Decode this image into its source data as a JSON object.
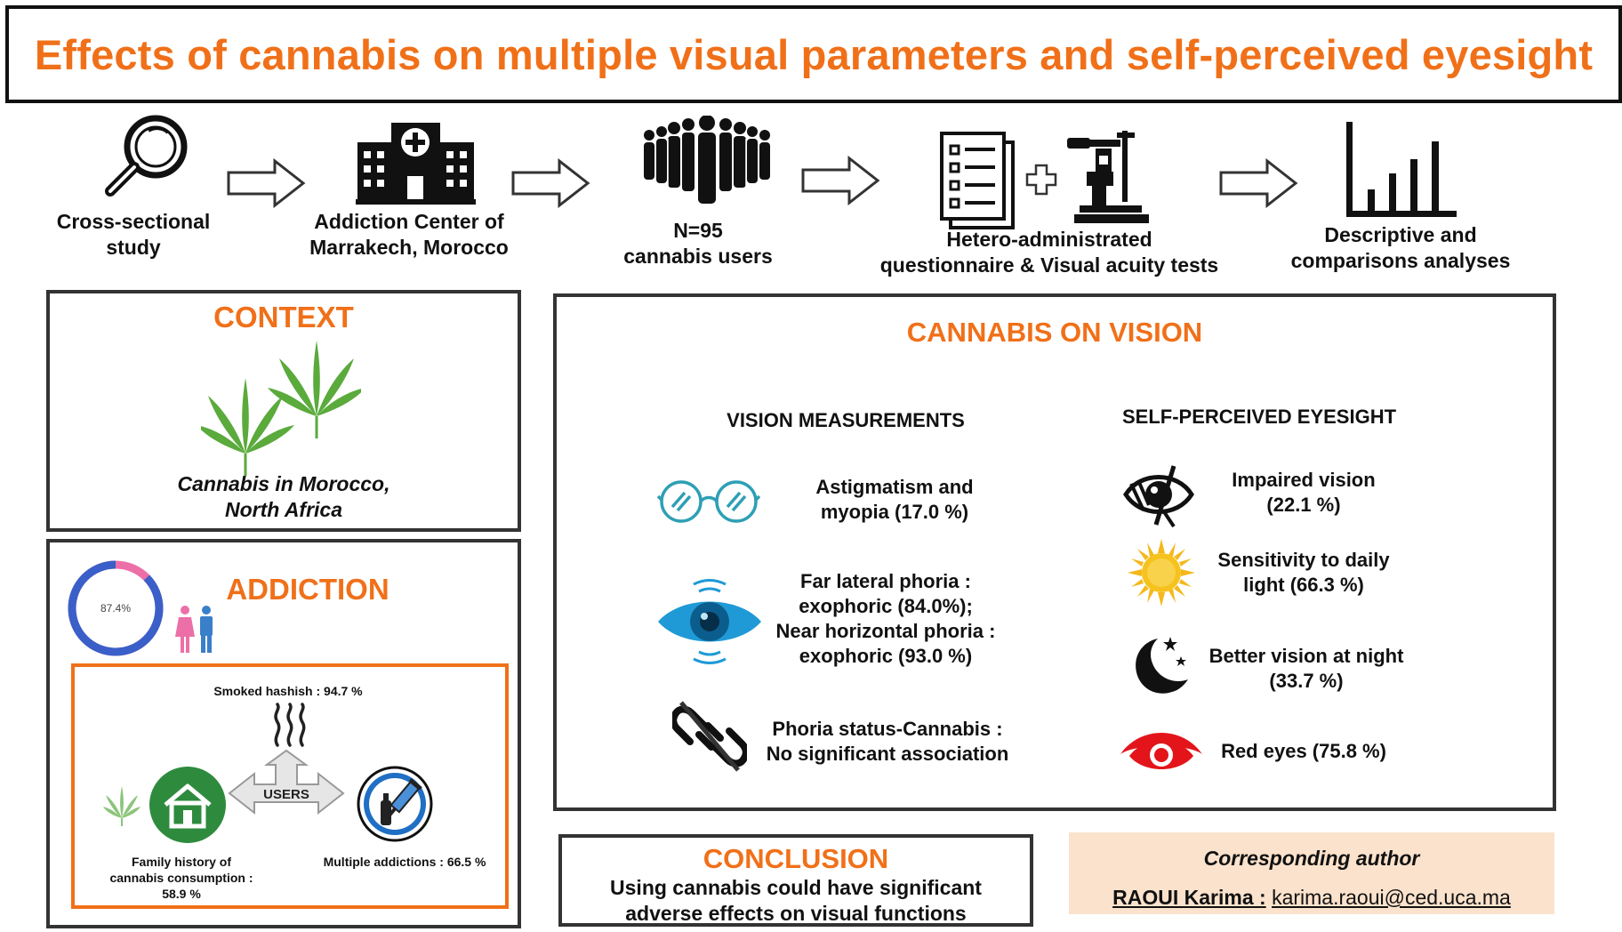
{
  "title": "Effects of cannabis on multiple visual parameters and self-perceived eyesight",
  "flow": [
    {
      "icon": "magnifier-icon",
      "label_1": "Cross-sectional",
      "label_2": "study"
    },
    {
      "icon": "hospital-icon",
      "label_1": "Addiction Center of",
      "label_2": "Marrakech, Morocco"
    },
    {
      "icon": "people-crowd-icon",
      "label_1": "N=95",
      "label_2": "cannabis users"
    },
    {
      "icon": "questionnaire-slit-lamp-icon",
      "label_1": "Hetero-administrated",
      "label_2": "questionnaire & Visual acuity tests"
    },
    {
      "icon": "bar-chart-icon",
      "label_1": "Descriptive and",
      "label_2": "comparisons analyses"
    }
  ],
  "context": {
    "heading": "CONTEXT",
    "caption_1": "Cannabis in Morocco,",
    "caption_2": "North Africa",
    "icon": "cannabis-leaf-icon"
  },
  "addiction": {
    "heading": "ADDICTION",
    "donut_label": "87.4%",
    "donut_value": 87.4,
    "donut_colors": {
      "main": "#3a5fc9",
      "rest": "#ec6fa7"
    },
    "smoked": "Smoked hashish : 94.7 %",
    "users": "USERS",
    "family_1": "Family history of",
    "family_2": "cannabis consumption :",
    "family_3": "58.9 %",
    "multiple": "Multiple addictions : 66.5 %"
  },
  "vision": {
    "heading": "CANNABIS ON VISION",
    "measurements_heading": "VISION MEASUREMENTS",
    "perceived_heading": "SELF-PERCEIVED EYESIGHT",
    "measurements": [
      {
        "icon": "glasses-icon",
        "line_1": "Astigmatism and",
        "line_2": "myopia (17.0 %)"
      },
      {
        "icon": "blue-eye-icon",
        "line_1": "Far lateral phoria :",
        "line_2": "exophoric (84.0%);",
        "line_3": "Near horizontal phoria :",
        "line_4": "exophoric (93.0 %)"
      },
      {
        "icon": "broken-link-icon",
        "line_1": "Phoria status-Cannabis :",
        "line_2": "No significant association"
      }
    ],
    "perceived": [
      {
        "icon": "impaired-eye-icon",
        "line_1": "Impaired vision",
        "line_2": "(22.1 %)"
      },
      {
        "icon": "sun-icon",
        "line_1": "Sensitivity to daily",
        "line_2": "light (66.3 %)"
      },
      {
        "icon": "moon-stars-icon",
        "line_1": "Better vision at night",
        "line_2": "(33.7 %)"
      },
      {
        "icon": "red-eye-icon",
        "line_1": "Red eyes (75.8 %)"
      }
    ]
  },
  "conclusion": {
    "heading": "CONCLUSION",
    "line_1": "Using cannabis could have significant",
    "line_2": "adverse effects on visual functions"
  },
  "author": {
    "heading": "Corresponding author",
    "name": "RAOUI Karima :",
    "email": "karima.raoui@ced.uca.ma"
  },
  "colors": {
    "accent": "#f07019",
    "author_bg": "#fbe2cc",
    "leaf": "#4caf3a",
    "house": "#2e8b3e",
    "eye_blue": "#1f9ad6",
    "red_eye": "#e3151b",
    "sun": "#f5b81c"
  }
}
